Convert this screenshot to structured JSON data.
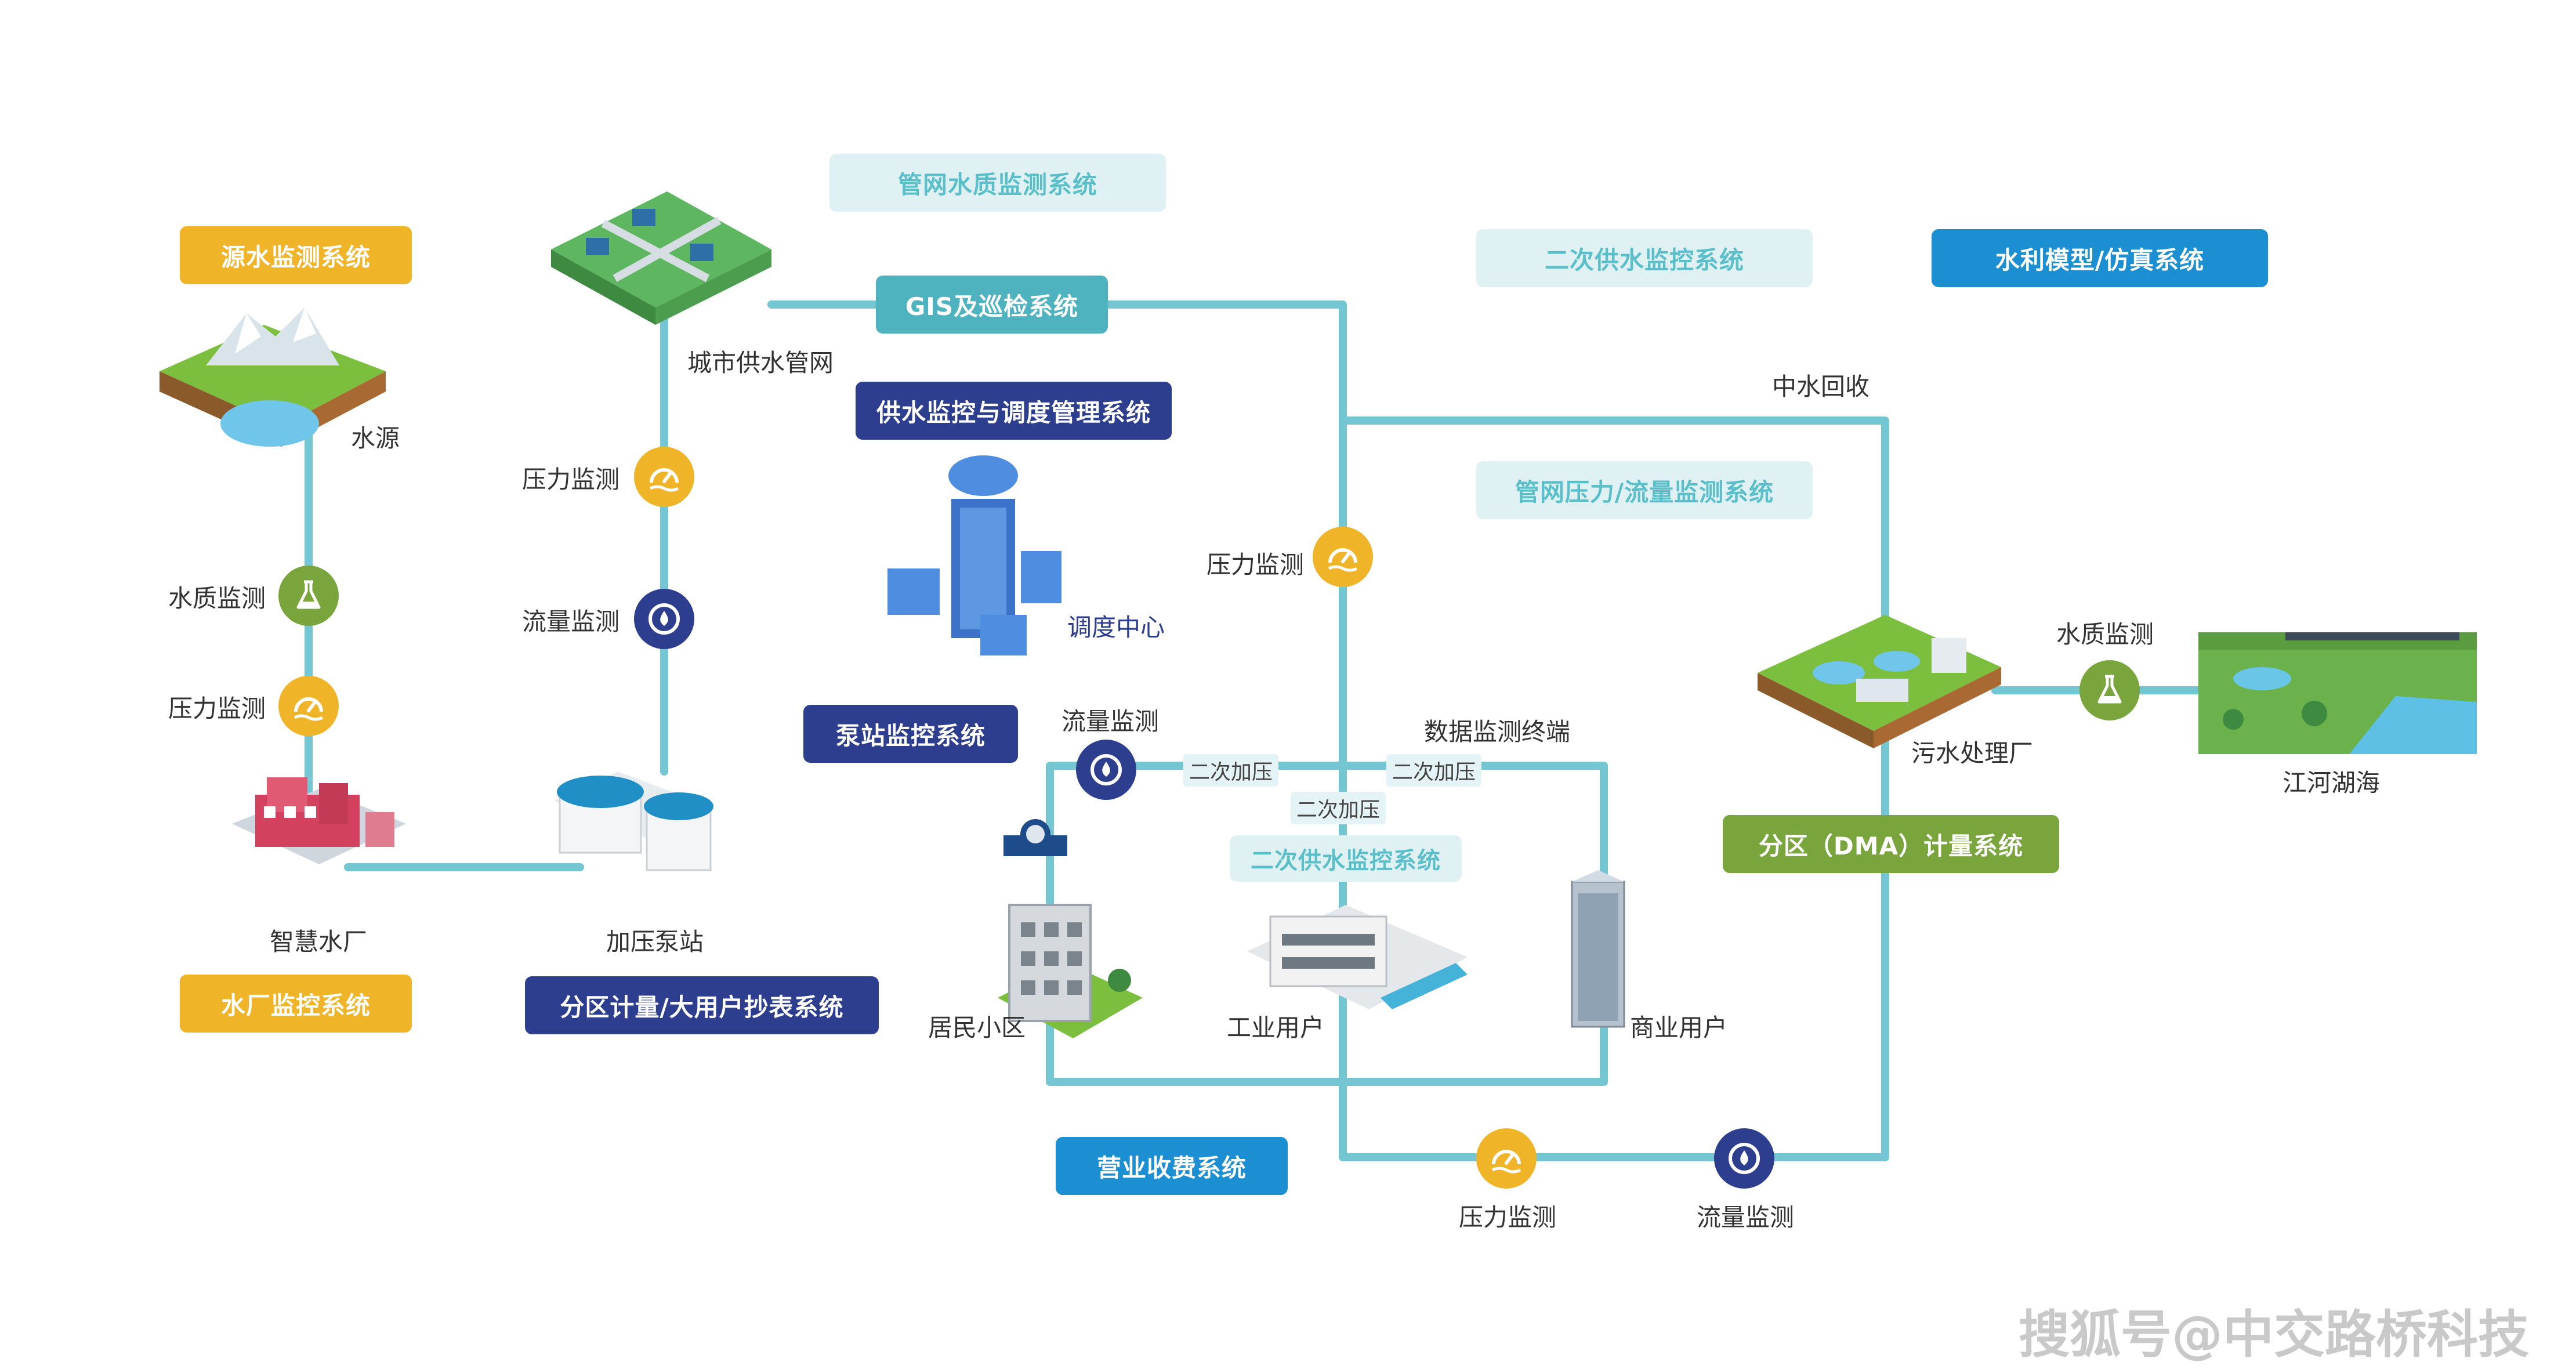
{
  "tags": {
    "source_monitor": "源水监测系统",
    "plant_monitor": "水厂监控系统",
    "pipe_quality": "管网水质监测系统",
    "gis": "GIS及巡检系统",
    "dispatch": "供水监控与调度管理系统",
    "pump_station": "泵站监控系统",
    "zone_meter": "分区计量/大用户抄表系统",
    "secondary_top": "二次供水监控系统",
    "hydro_model": "水利模型/仿真系统",
    "pipe_pressure_flow": "管网压力/流量监测系统",
    "secondary_mid": "二次供水监控系统",
    "dma": "分区（DMA）计量系统",
    "billing": "营业收费系统"
  },
  "nodes": {
    "water_source": "水源",
    "smart_plant": "智慧水厂",
    "booster_station": "加压泵站",
    "city_network": "城市供水管网",
    "dispatch_center": "调度中心",
    "residential": "居民小区",
    "industrial": "工业用户",
    "commercial": "商业用户",
    "sewage_plant": "污水处理厂",
    "rivers": "江河湖海",
    "reclaimed": "中水回收",
    "data_terminal": "数据监测终端"
  },
  "monitors": {
    "src_quality": "水质监测",
    "src_pressure": "压力监测",
    "net_pressure": "压力监测",
    "net_flow": "流量监测",
    "trunk_pressure": "压力监测",
    "res_flow": "流量监测",
    "sewage_quality": "水质监测",
    "bottom_pressure": "压力监测",
    "bottom_flow": "流量监测"
  },
  "boost_labels": [
    "二次加压",
    "二次加压",
    "二次加压"
  ],
  "watermark": "搜狐号@中交路桥科技",
  "colors": {
    "pipe": "#74c6d2",
    "yellow": "#f0b429",
    "navy": "#2d3e8f",
    "blue": "#1c8fd3",
    "green": "#79a53c",
    "teal": "#4fb3bf",
    "pale": "#dff1f3"
  },
  "icons": {
    "gauge": "pressure-gauge-icon",
    "flow": "flow-meter-icon",
    "flask": "water-quality-flask-icon"
  }
}
